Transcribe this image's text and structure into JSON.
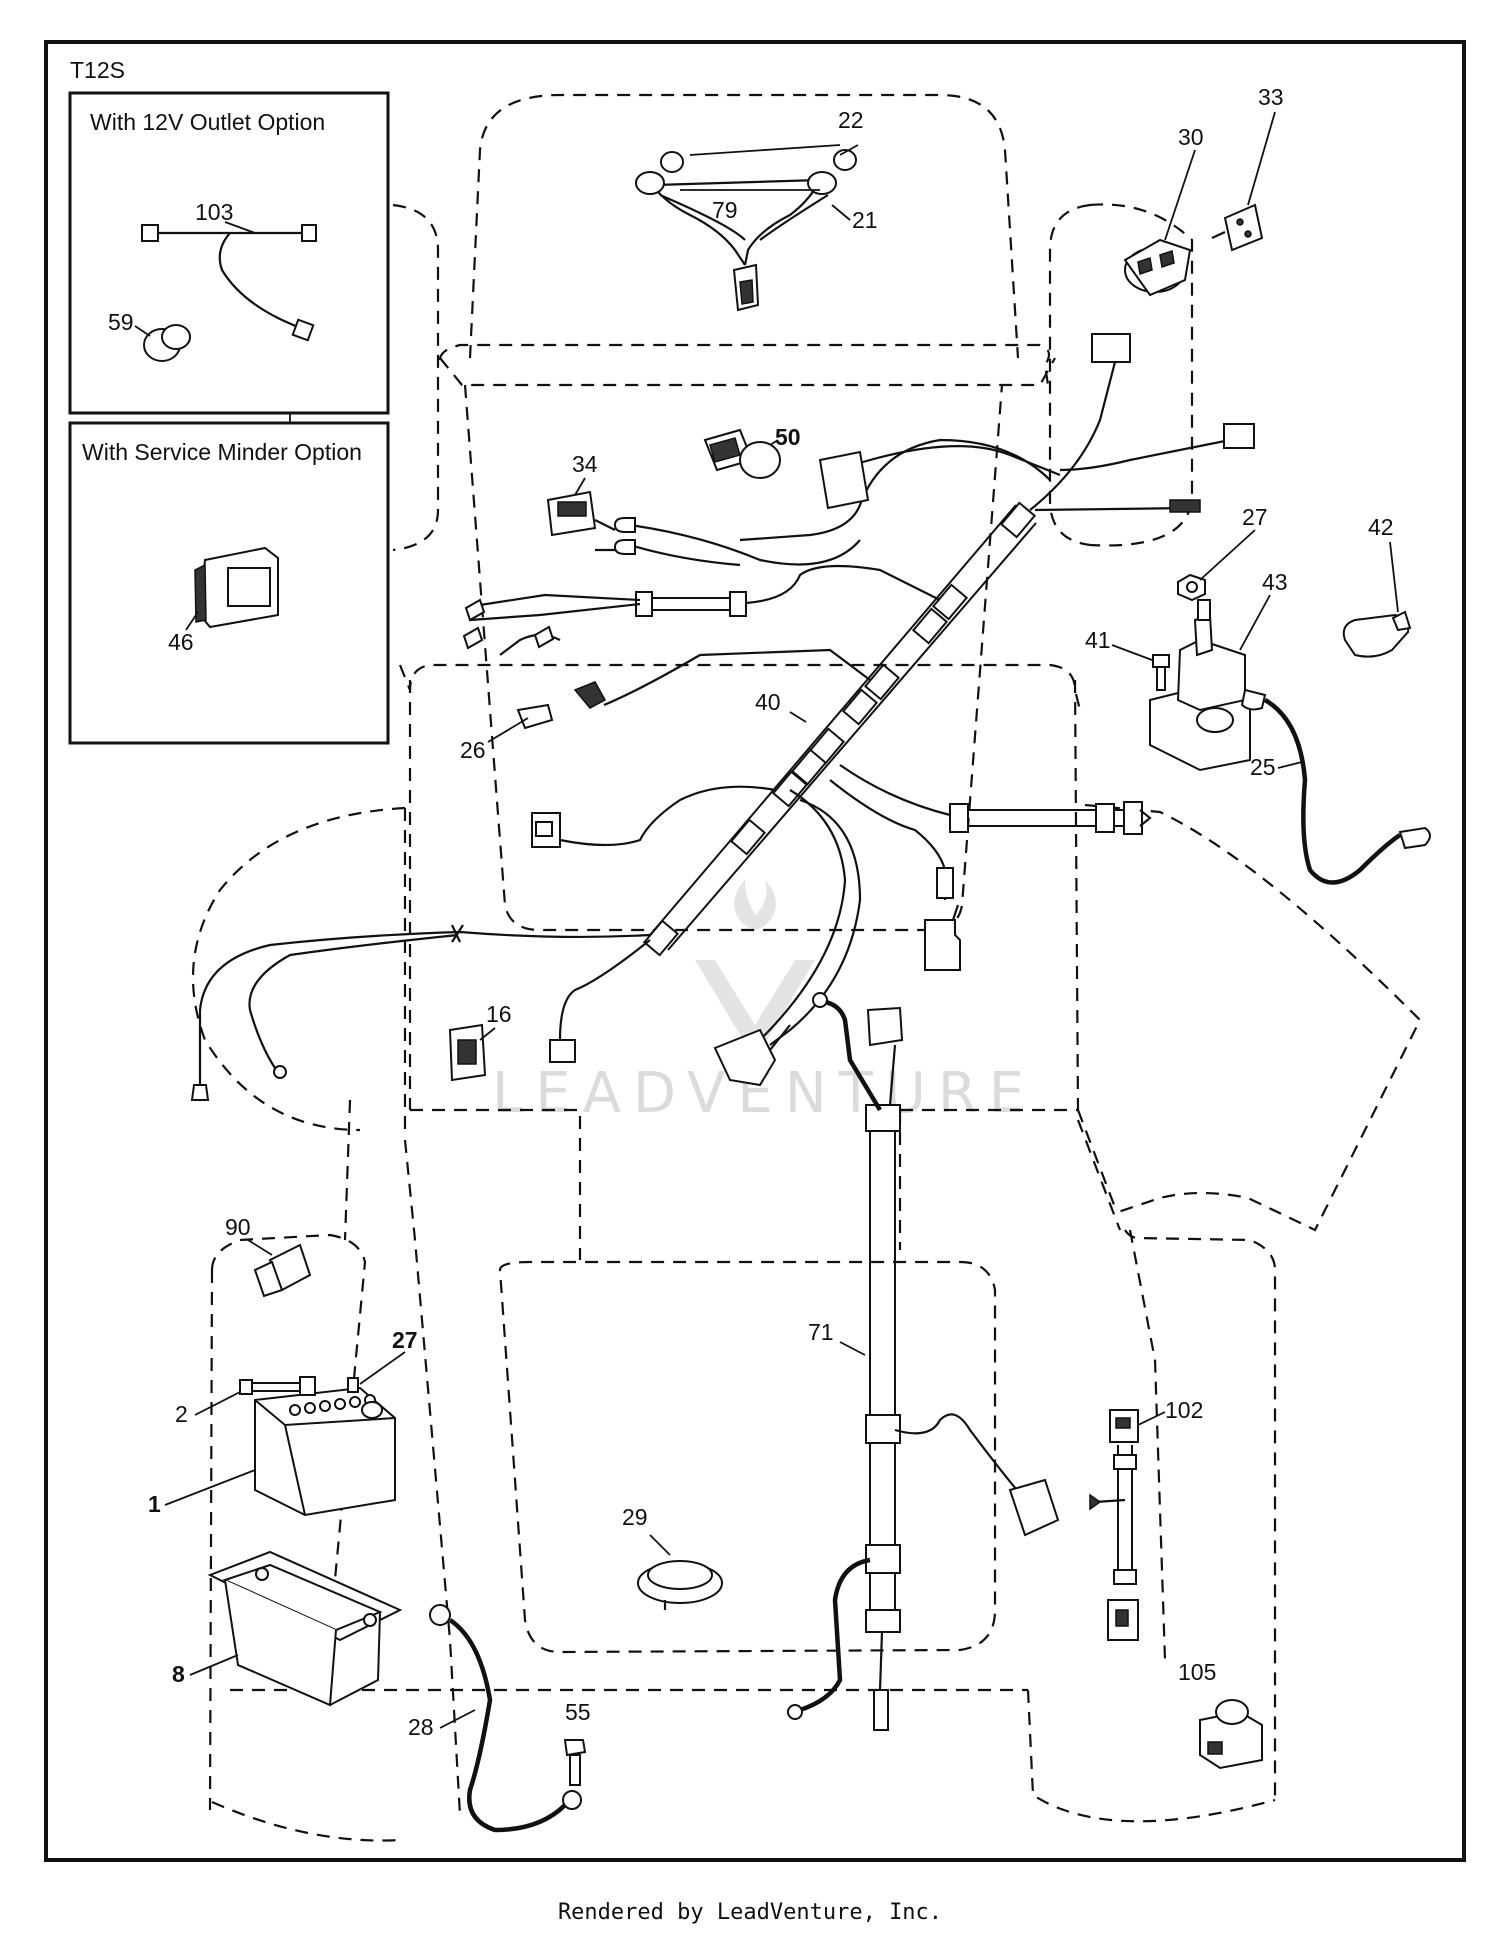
{
  "diagram_code": "T12S",
  "insets": [
    {
      "title": "With 12V Outlet Option",
      "callouts": [
        "103",
        "59"
      ]
    },
    {
      "title": "With Service Minder Option",
      "callouts": [
        "46"
      ]
    }
  ],
  "callouts": {
    "c22": "22",
    "c79": "79",
    "c21": "21",
    "c30": "30",
    "c33": "33",
    "c50": "50",
    "c34": "34",
    "c27a": "27",
    "c42": "42",
    "c43": "43",
    "c41": "41",
    "c40": "40",
    "c26": "26",
    "c25": "25",
    "c16": "16",
    "c90": "90",
    "c27b": "27",
    "c2": "2",
    "c1": "1",
    "c8": "8",
    "c71": "71",
    "c102": "102",
    "c29": "29",
    "c28": "28",
    "c55": "55",
    "c105": "105",
    "c103": "103",
    "c59": "59",
    "c46": "46"
  },
  "watermark": "LEADVENTURE",
  "footer": "Rendered by LeadVenture, Inc."
}
